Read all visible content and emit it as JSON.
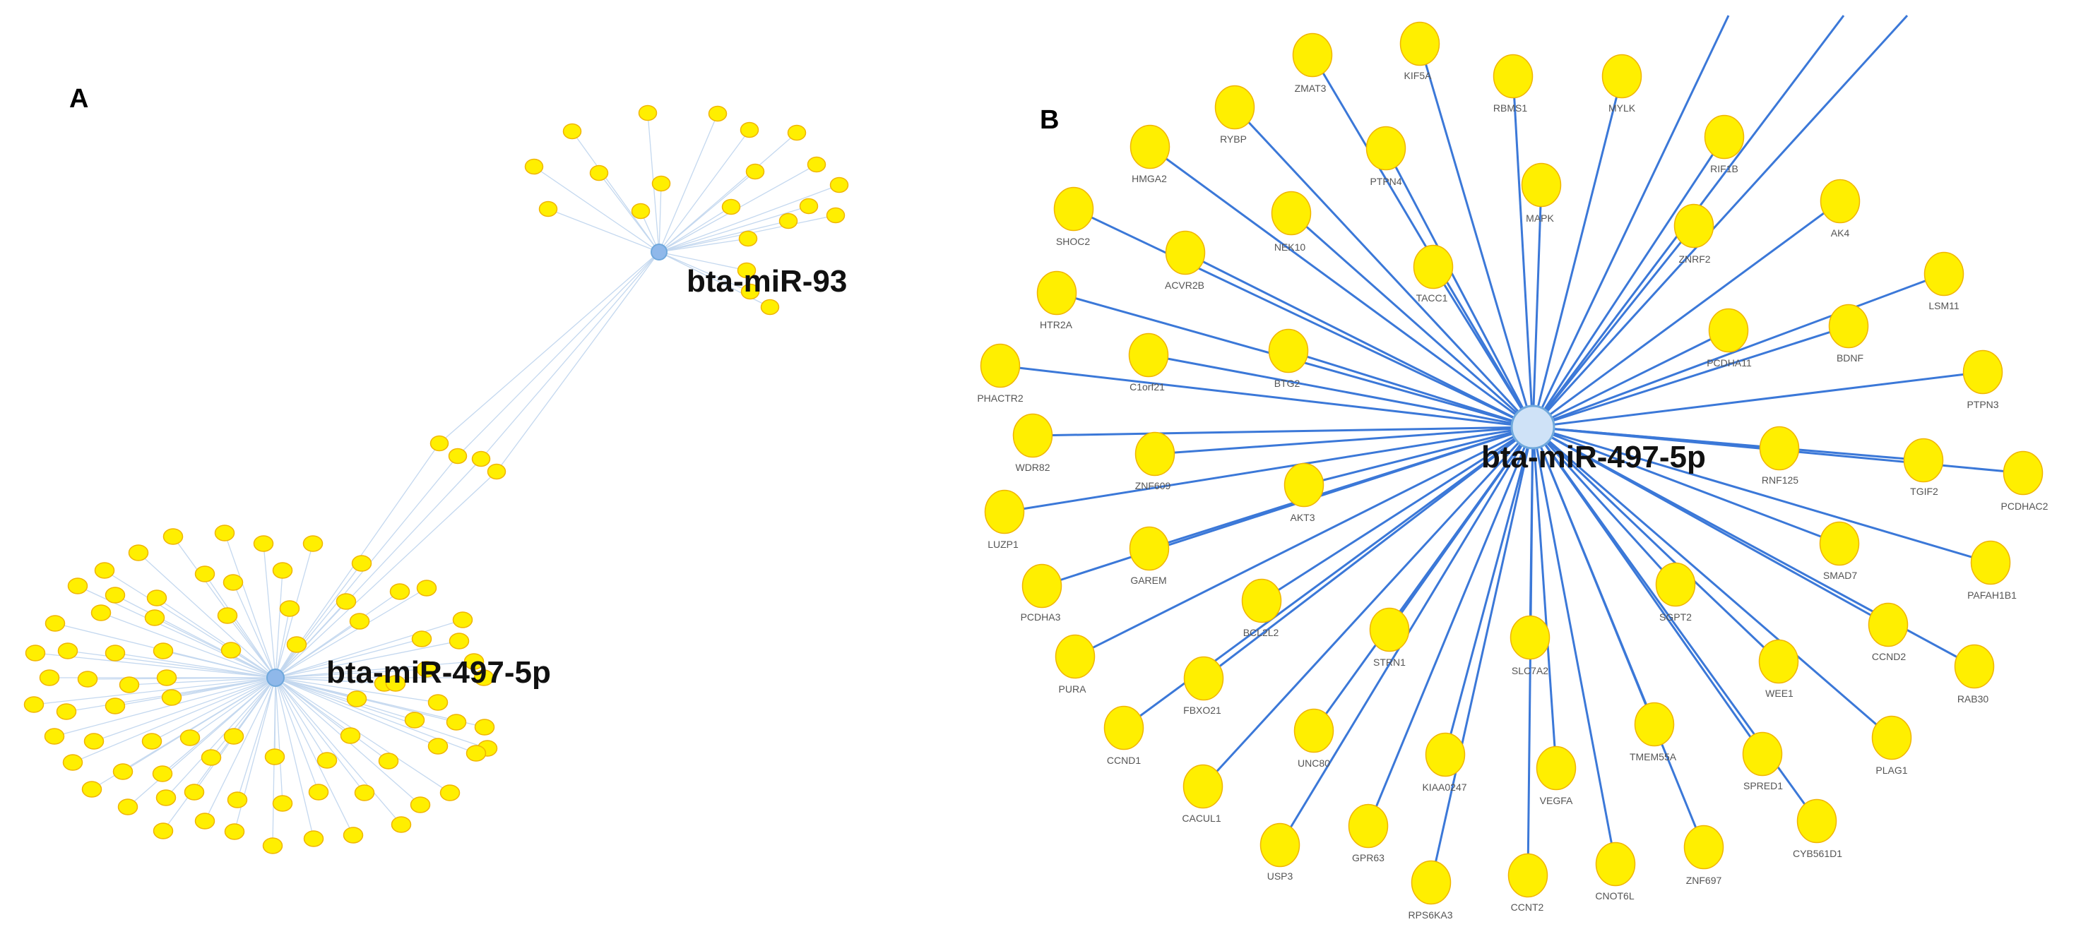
{
  "colors": {
    "background": "#ffffff",
    "node_fill": "#ffef00",
    "node_stroke": "#f0b400",
    "hub_fill": "#cfe2f7",
    "hub_stroke": "#6fa8dc",
    "edge_a": "#c4d8ef",
    "edge_b": "#3b78d8"
  },
  "panel_a": {
    "label": "A",
    "hub_93": "bta-miR-93",
    "hub_497": "bta-miR-497-5p"
  },
  "panel_b": {
    "label": "B",
    "hub": "bta-miR-497-5p",
    "genes": [
      "ZMAT3",
      "KIF5A",
      "RBMS1",
      "MYLK",
      "RYBP",
      "HMGA2",
      "PTPN4",
      "RIF1B",
      "MAPK",
      "AK4",
      "SHOC2",
      "NEK10",
      "ZNRF2",
      "TACC1",
      "ACVR2B",
      "LSM11",
      "HTR2A",
      "PCDHA11",
      "BDNF",
      "PHACTR2",
      "C1orf21",
      "BTG2",
      "PTPN3",
      "WDR82",
      "ZNF609",
      "RNF125",
      "TGIF2",
      "PCDHAC2",
      "LUZP1",
      "AKT3",
      "SMAD7",
      "PAFAH1B1",
      "PCDHA3",
      "GAREM",
      "SGPT2",
      "CCND2",
      "PURA",
      "BCL2L2",
      "STRN1",
      "SLC7A2",
      "WEE1",
      "RAB30",
      "FBXO21",
      "CCND1",
      "UNC80",
      "TMEM55A",
      "PLAG1",
      "KIAA0247",
      "VEGFA",
      "SPRED1",
      "CACUL1",
      "GPR63",
      "ZNF697",
      "CYB561D1",
      "USP3",
      "RPS6KA3",
      "CCNT2",
      "CNOT6L"
    ]
  }
}
